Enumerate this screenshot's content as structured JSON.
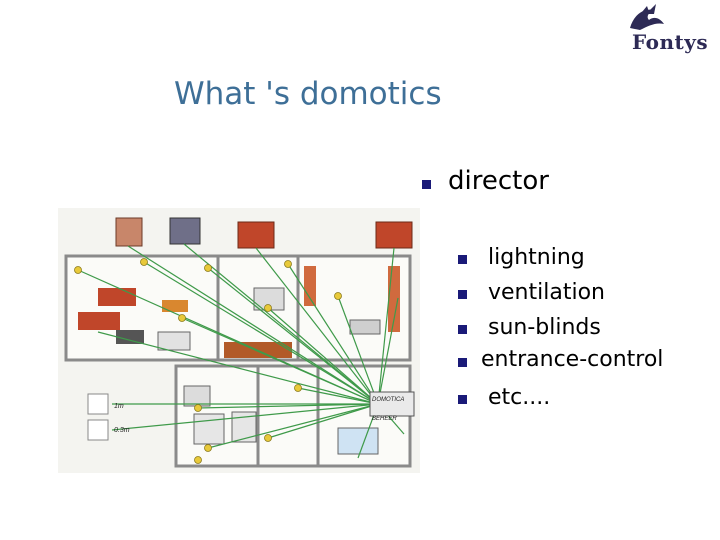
{
  "logo": {
    "text": "Fontys",
    "icon": "dragon-logo-icon"
  },
  "slide": {
    "title": "What 's domotics"
  },
  "illustration": {
    "label_domotica": "DOMOTICA",
    "label_beheer": "BEHEER",
    "label_1m": "1m",
    "label_03m": "0.3m"
  },
  "bullets": {
    "main": "director",
    "items": [
      "lightning",
      "ventilation",
      "sun-blinds",
      "entrance-control",
      "etc...."
    ]
  },
  "colors": {
    "title": "#3e6f97",
    "bullet": "#1a1a78",
    "wires": "#3f9a4a",
    "shutters": "#c0462a"
  }
}
